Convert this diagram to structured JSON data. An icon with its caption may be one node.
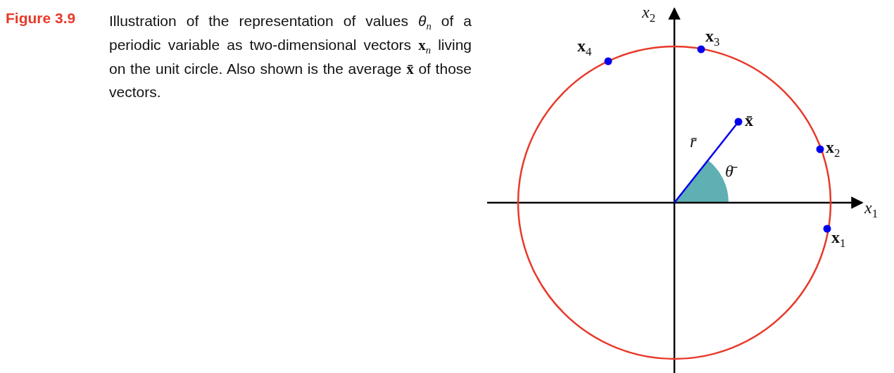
{
  "diagram": {
    "title": "Figure 3.9",
    "caption": "Illustration of the representation of values *θ*$_{n}$ of a periodic variable as two-dimensional vectors **x**$_{n}$ living on the unit circle.  Also shown is the average **x̄** of those vectors.",
    "labels": [
      "*x*$_{2}$",
      "**x**$_{4}$",
      "**x**$_{3}$",
      "**x̄**",
      "*r̄*",
      "**x**$_{2}$",
      "*θ̄*",
      "*x*$_{1}$",
      "**x**$_{1}$"
    ]
  }
}
